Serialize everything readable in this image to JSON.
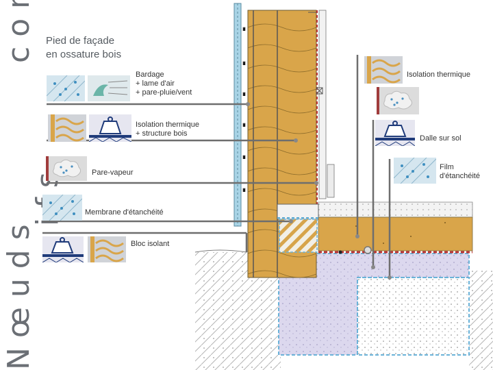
{
  "side_text": {
    "top": "construct",
    "bottom": "Nœuds",
    "middle": "ifs"
  },
  "title": "Pied de façade\nen ossature bois",
  "left_labels": {
    "bardage": "Bardage\n+ lame d'air\n+ pare-pluie/vent",
    "isolation": "Isolation thermique\n+ structure bois",
    "pare_vapeur": "Pare-vapeur",
    "membrane": "Membrane d'étanchéité",
    "bloc": "Bloc isolant"
  },
  "right_labels": {
    "isolation": "Isolation thermique",
    "dalle": "Dalle sur sol",
    "film": "Film\nd'étanchéité"
  },
  "icons": [
    "rain-icon",
    "wind-icon",
    "insulation-wave-icon",
    "weight-icon",
    "vapor-icon"
  ],
  "colors": {
    "insulation": "#d9a54a",
    "concrete": "#d9d7ec",
    "membrane_blue": "#5aaad2",
    "vapor_red": "#a03c3c",
    "line": "#6e6e6e"
  }
}
